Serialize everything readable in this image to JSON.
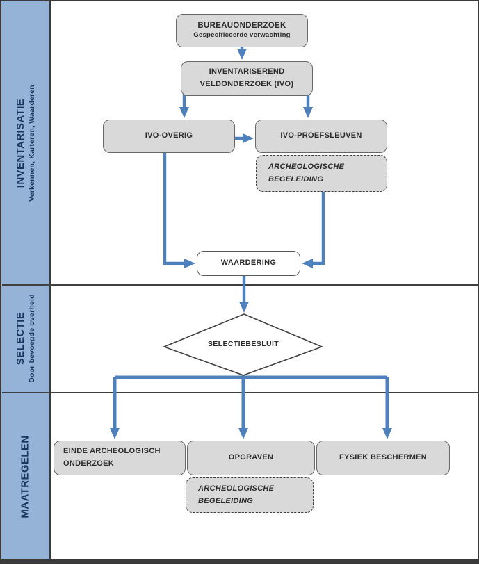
{
  "sidebar": {
    "sections": [
      {
        "title": "INVENTARISATIE",
        "subtitle": "Verkennen, Karteren, Waarderen"
      },
      {
        "title": "SELECTIE",
        "subtitle": "Door bevoegde overheid"
      },
      {
        "title": "MAATREGELEN",
        "subtitle": ""
      }
    ]
  },
  "flowchart": {
    "nodes": {
      "bureauonderzoek": {
        "title": "BUREAUONDERZOEK",
        "subtitle": "Gespecificeerde verwachting"
      },
      "ivo": {
        "line1": "INVENTARISEREND",
        "line2": "VELDONDERZOEK (IVO)"
      },
      "ivo_overig": {
        "label": "IVO-OVERIG"
      },
      "ivo_proefsleuven": {
        "label": "IVO-PROEFSLEUVEN"
      },
      "archeologische_begeleiding_1": {
        "line1": "ARCHEOLOGISCHE",
        "line2": "BEGELEIDING"
      },
      "waardering": {
        "label": "WAARDERING"
      },
      "selectiebesluit": {
        "label": "SELECTIEBESLUIT"
      },
      "einde_onderzoek": {
        "line1": "EINDE ARCHEOLOGISCH",
        "line2": "ONDERZOEK"
      },
      "opgraven": {
        "label": "OPGRAVEN"
      },
      "fysiek_beschermen": {
        "label": "FYSIEK BESCHERMEN"
      },
      "archeologische_begeleiding_2": {
        "line1": "ARCHEOLOGISCHE",
        "line2": "BEGELEIDING"
      }
    },
    "colors": {
      "sidebar_blue": "#95B3D7",
      "sidebar_text": "#17365D",
      "box_fill": "#D9D9D9",
      "box_border": "#686868",
      "arrow_blue": "#4E80BC",
      "frame_border": "#3A3A3A",
      "dashed_border": "#3C3C3C",
      "diamond_border": "#404040"
    }
  }
}
